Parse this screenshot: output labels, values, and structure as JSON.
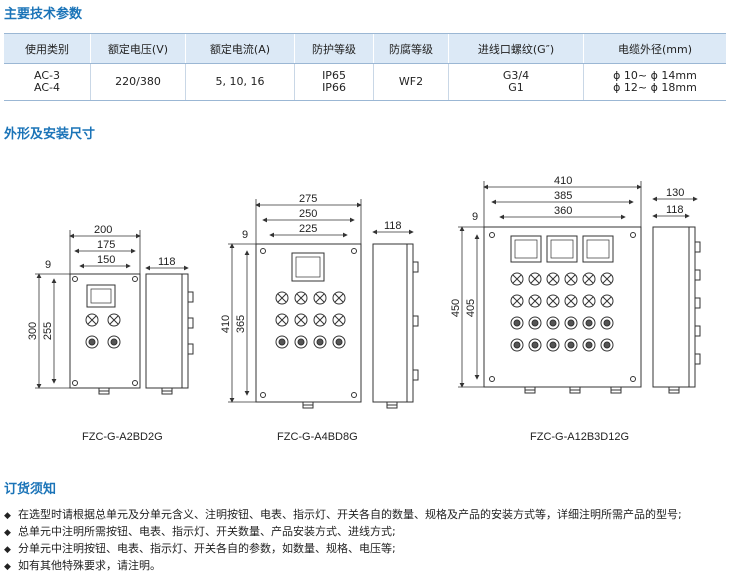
{
  "section1_title": "主要技术参数",
  "spec_table": {
    "headers": [
      "使用类别",
      "额定电压(V)",
      "额定电流(A)",
      "防护等级",
      "防腐等级",
      "进线口螺纹(G″)",
      "电缆外径(mm)"
    ],
    "row": [
      "AC-3\nAC-4",
      "220/380",
      "5, 10, 16",
      "IP65\nIP66",
      "WF2",
      "G3/4\nG1",
      "ϕ 10~ ϕ 14mm\nϕ 12~ ϕ 18mm"
    ]
  },
  "section2_title": "外形及安装尺寸",
  "drawings": [
    {
      "model": "FZC-G-A2BD2G",
      "dims": {
        "w1": "200",
        "w2": "175",
        "w3": "150",
        "m": "9",
        "h1": "300",
        "h2": "255",
        "d": "118"
      }
    },
    {
      "model": "FZC-G-A4BD8G",
      "dims": {
        "w1": "275",
        "w2": "250",
        "w3": "225",
        "m": "9",
        "h1": "410",
        "h2": "365",
        "d": "118"
      }
    },
    {
      "model": "FZC-G-A12B3D12G",
      "dims": {
        "w1": "410",
        "w2": "385",
        "w3": "360",
        "m": "9",
        "h1": "450",
        "h2": "405",
        "d1": "130",
        "d2": "118"
      }
    }
  ],
  "section3_title": "订货须知",
  "notes": [
    "在选型时请根据总单元及分单元含义、注明按钮、电表、指示灯、开关各自的数量、规格及产品的安装方式等，详细注明所需产品的型号;",
    "总单元中注明所需按钮、电表、指示灯、开关数量、产品安装方式、进线方式;",
    "分单元中注明按钮、电表、指示灯、开关各自的参数，如数量、规格、电压等;",
    "如有其他特殊要求，请注明。"
  ],
  "bullet": "◆"
}
